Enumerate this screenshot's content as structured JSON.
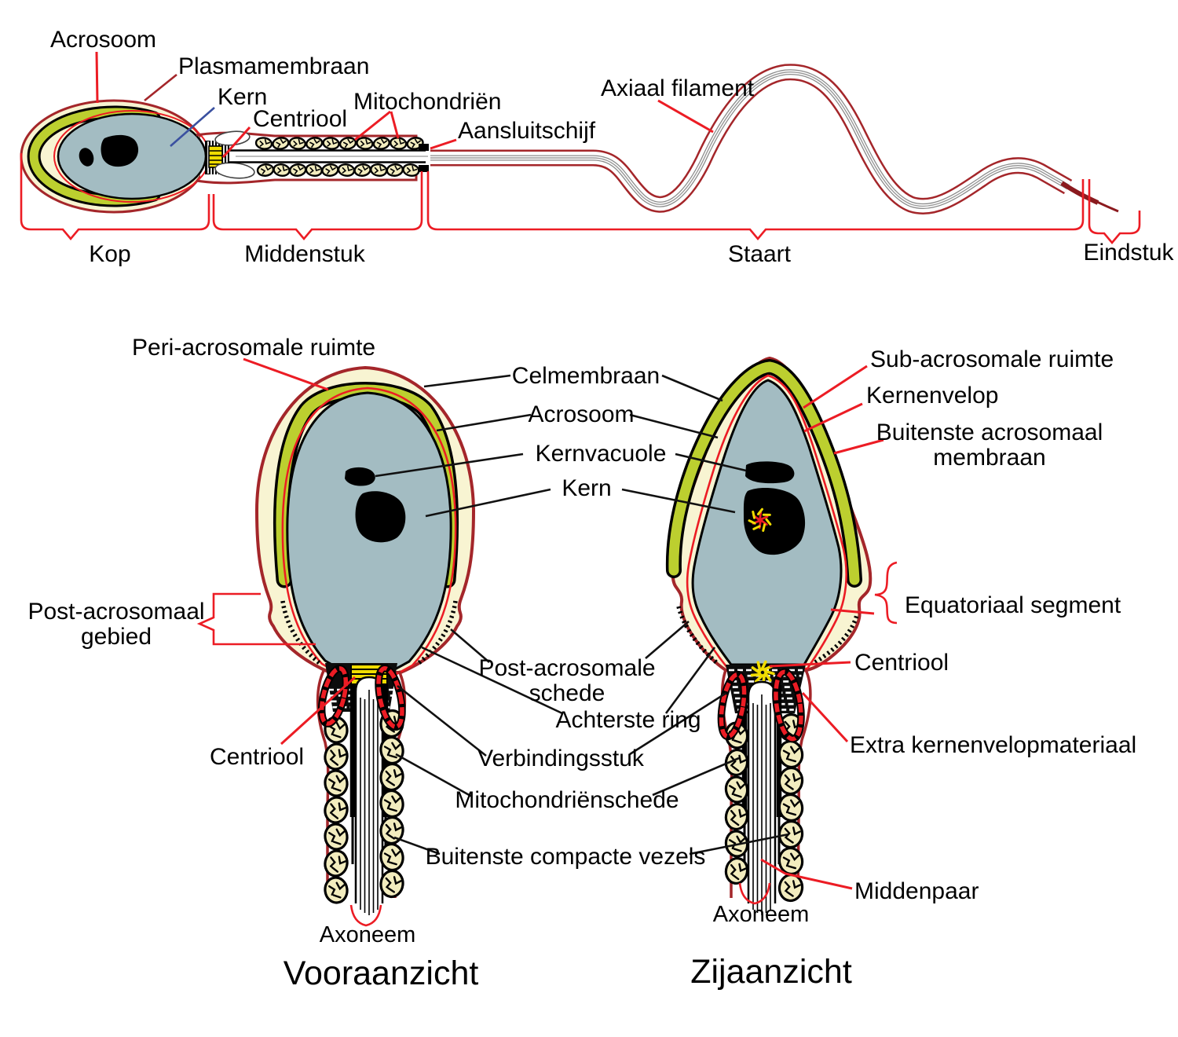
{
  "colors": {
    "leader_red": "#ec1c24",
    "membrane_dark_red": "#a4262a",
    "acrosome_green": "#bccf2f",
    "periacrosomal_cream": "#f8f4d2",
    "mitochondria_cream": "#f2ecbe",
    "nucleus_blue_gray": "#a3bcc2",
    "centriole_yellow": "#f0dc00",
    "kern_leader_blue": "#3a50a0"
  },
  "top_view": {
    "labels": {
      "acrosoom": "Acrosoom",
      "plasmamembraan": "Plasmamembraan",
      "kern": "Kern",
      "centriool": "Centriool",
      "mitochondrien": "Mitochondriën",
      "aansluitschijf": "Aansluitschijf",
      "axiaal_filament": "Axiaal filament"
    },
    "sections": {
      "kop": "Kop",
      "middenstuk": "Middenstuk",
      "staart": "Staart",
      "eindstuk": "Eindstuk"
    }
  },
  "middle_labels": {
    "celmembraan": "Celmembraan",
    "acrosoom": "Acrosoom",
    "kernvacuole": "Kernvacuole",
    "kern": "Kern",
    "post_acrosomale_schede_l1": "Post-acrosomale",
    "post_acrosomale_schede_l2": "schede",
    "achterste_ring": "Achterste ring",
    "verbindingsstuk": "Verbindingsstuk",
    "mitochondrienschede": "Mitochondriënschede",
    "buitenste_compacte_vezels": "Buitenste compacte vezels"
  },
  "front_view": {
    "title": "Vooraanzicht",
    "labels": {
      "peri_acrosomale_ruimte": "Peri-acrosomale ruimte",
      "post_acrosomaal_gebied_l1": "Post-acrosomaal",
      "post_acrosomaal_gebied_l2": "gebied",
      "centriool": "Centriool",
      "axoneem": "Axoneem"
    }
  },
  "side_view": {
    "title": "Zijaanzicht",
    "labels": {
      "sub_acrosomale_ruimte": "Sub-acrosomale ruimte",
      "kernenvelop": "Kernenvelop",
      "buitenste_acrosomaal_membraan_l1": "Buitenste acrosomaal",
      "buitenste_acrosomaal_membraan_l2": "membraan",
      "equatoriaal_segment": "Equatoriaal segment",
      "centriool": "Centriool",
      "extra_kernenvelopmateriaal": "Extra kernenvelopmateriaal",
      "middenpaar": "Middenpaar",
      "axoneem": "Axoneem"
    }
  }
}
